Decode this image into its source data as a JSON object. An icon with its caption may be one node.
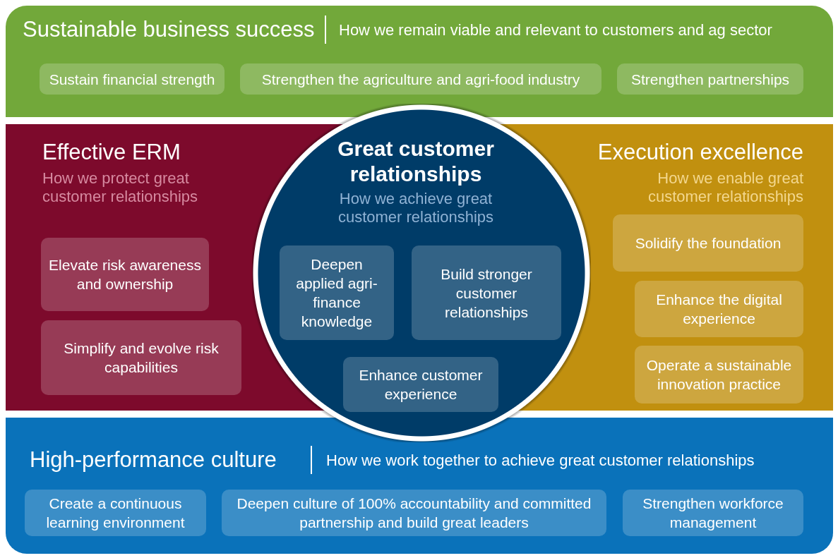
{
  "diagram": {
    "nodes": [
      {
        "text": [
          "Sustainable business success",
          "How we remain viable and relevant to customers and ag sector"
        ]
      },
      {
        "text": [
          "Sustain financial strength"
        ],
        "in": 0
      },
      {
        "text": [
          "Strengthen the agriculture and agri-food industry"
        ],
        "in": 0
      },
      {
        "text": [
          "Strengthen partnerships"
        ],
        "in": 0
      },
      {
        "text": [
          "Effective ERM",
          "How we protect great customer relationships"
        ]
      },
      {
        "text": [
          "Elevate risk awareness and ownership"
        ],
        "in": 4
      },
      {
        "text": [
          "Simplify and evolve risk capabilities"
        ],
        "in": 4
      },
      {
        "text": [
          "Great customer relationships",
          "How we achieve great customer relationships"
        ]
      },
      {
        "text": [
          "Deepen applied agri-finance knowledge"
        ],
        "in": 7
      },
      {
        "text": [
          "Build stronger customer relationships"
        ],
        "in": 7
      },
      {
        "text": [
          "Enhance customer experience"
        ],
        "in": 7
      },
      {
        "text": [
          "Execution excellence",
          "How we enable great customer relationships"
        ]
      },
      {
        "text": [
          "Solidify the foundation"
        ],
        "in": 11
      },
      {
        "text": [
          "Enhance the digital experience"
        ],
        "in": 11
      },
      {
        "text": [
          "Operate a sustainable innovation practice"
        ],
        "in": 11
      },
      {
        "text": [
          "High-performance culture",
          "How we work together to achieve great customer relationships"
        ]
      },
      {
        "text": [
          "Create a continuous learning environment"
        ],
        "in": 15
      },
      {
        "text": [
          "Deepen culture of 100% accountability and committed partnership and build great leaders"
        ],
        "in": 15
      },
      {
        "text": [
          "Strengthen workforce management"
        ],
        "in": 15
      }
    ]
  }
}
